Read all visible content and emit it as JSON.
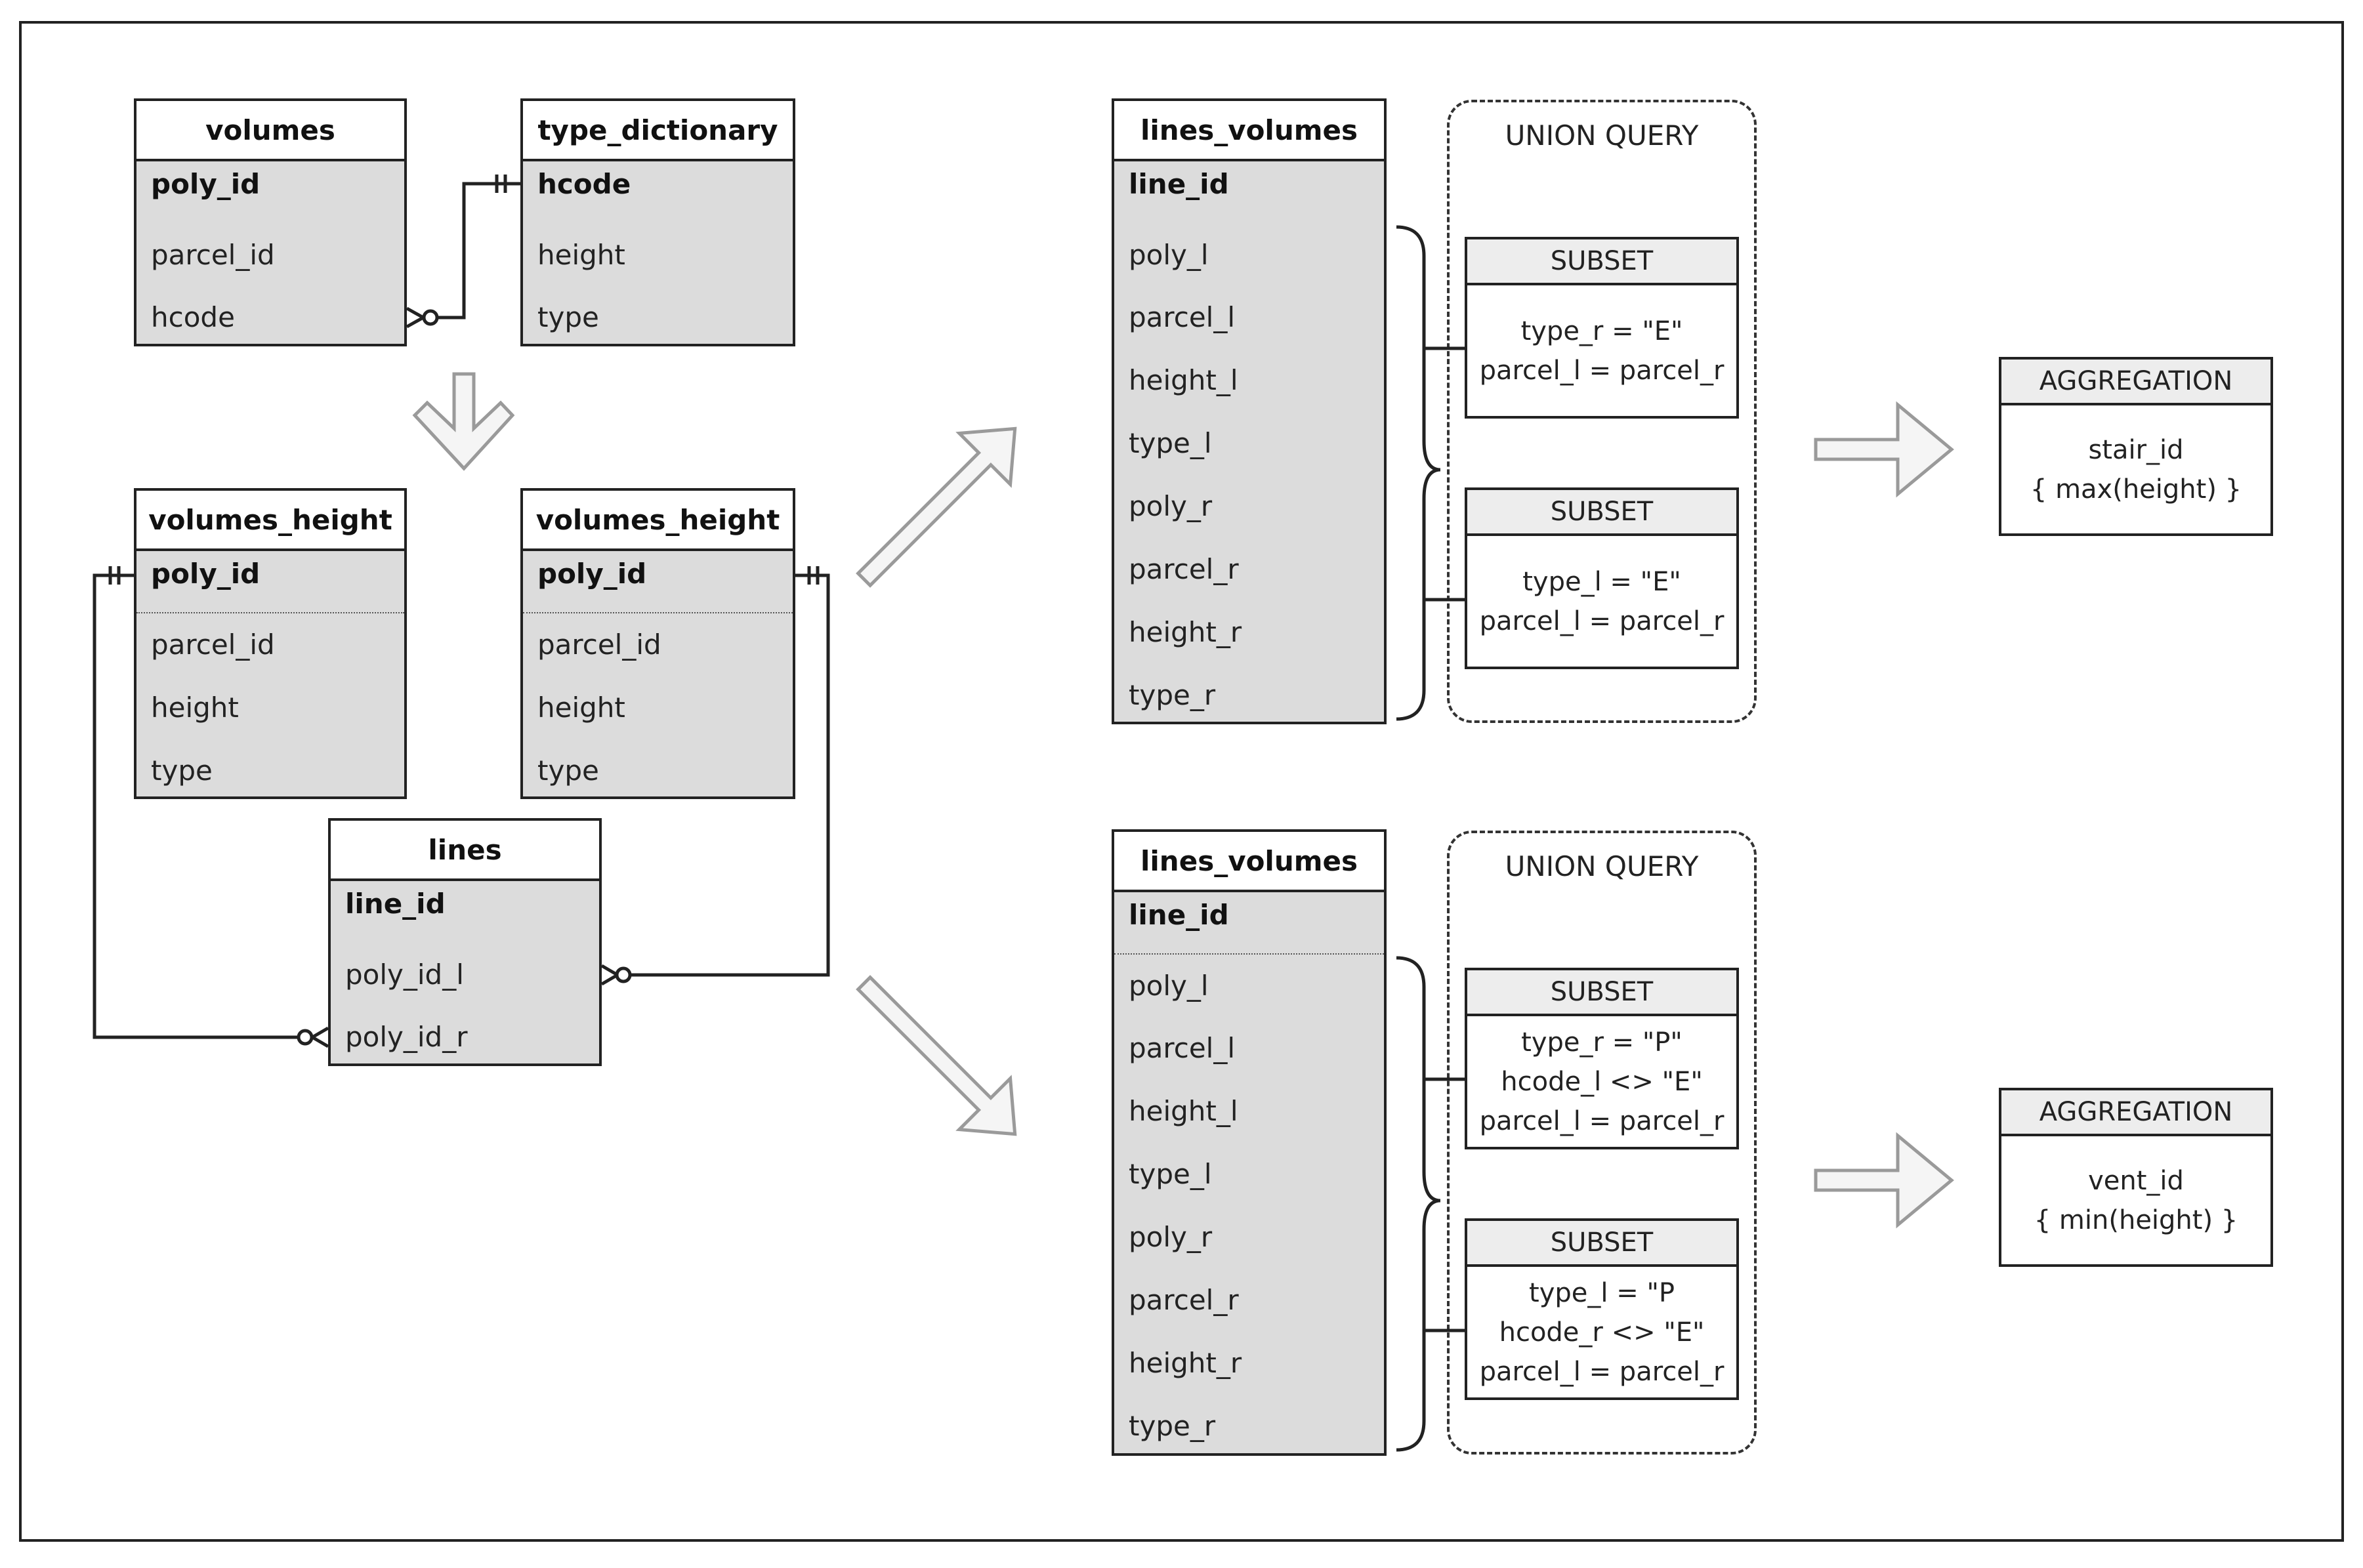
{
  "tables": {
    "volumes": {
      "title": "volumes",
      "key": "poly_id",
      "fields": [
        "parcel_id",
        "hcode"
      ]
    },
    "type_dictionary": {
      "title": "type_dictionary",
      "key": "hcode",
      "fields": [
        "height",
        "type"
      ]
    },
    "volumes_height_left": {
      "title": "volumes_height",
      "key": "poly_id",
      "fields": [
        "parcel_id",
        "height",
        "type"
      ]
    },
    "volumes_height_right": {
      "title": "volumes_height",
      "key": "poly_id",
      "fields": [
        "parcel_id",
        "height",
        "type"
      ]
    },
    "lines": {
      "title": "lines",
      "key": "line_id",
      "fields": [
        "poly_id_l",
        "poly_id_r"
      ]
    },
    "lines_volumes_top": {
      "title": "lines_volumes",
      "key": "line_id",
      "fields": [
        "poly_l",
        "parcel_l",
        "height_l",
        "type_l",
        "poly_r",
        "parcel_r",
        "height_r",
        "type_r"
      ]
    },
    "lines_volumes_bottom": {
      "title": "lines_volumes",
      "key": "line_id",
      "fields": [
        "poly_l",
        "parcel_l",
        "height_l",
        "type_l",
        "poly_r",
        "parcel_r",
        "height_r",
        "type_r"
      ]
    }
  },
  "union_top": {
    "label": "UNION QUERY",
    "subsets": [
      {
        "title": "SUBSET",
        "lines": [
          "type_r = \"E\"",
          "parcel_l = parcel_r"
        ]
      },
      {
        "title": "SUBSET",
        "lines": [
          "type_l = \"E\"",
          "parcel_l = parcel_r"
        ]
      }
    ]
  },
  "union_bottom": {
    "label": "UNION QUERY",
    "subsets": [
      {
        "title": "SUBSET",
        "lines": [
          "type_r = \"P\"",
          "hcode_l <> \"E\"",
          "parcel_l = parcel_r"
        ]
      },
      {
        "title": "SUBSET",
        "lines": [
          "type_l = \"P",
          "hcode_r <> \"E\"",
          "parcel_l = parcel_r"
        ]
      }
    ]
  },
  "aggregation_top": {
    "title": "AGGREGATION",
    "lines": [
      "stair_id",
      "{ max(height) }"
    ]
  },
  "aggregation_bottom": {
    "title": "AGGREGATION",
    "lines": [
      "vent_id",
      "{ min(height) }"
    ]
  },
  "colors": {
    "table_fill": "#dcdcdc",
    "header_fill": "#ffffff",
    "line": "#222222",
    "arrow_fill": "#f5f5f5",
    "arrow_stroke": "#9a9a9a"
  }
}
